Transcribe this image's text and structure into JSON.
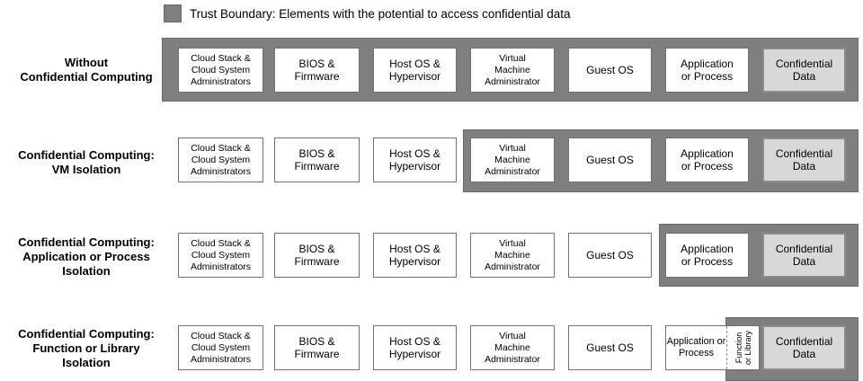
{
  "legend": {
    "label": "Trust Boundary: Elements with the potential to access confidential data",
    "swatch_color": "#7f7f7f"
  },
  "colors": {
    "trust_boundary_fill": "#7f7f7f",
    "confidential_data_fill": "#d8d8d8",
    "box_fill": "#ffffff"
  },
  "elements": {
    "cloud": "Cloud Stack &\nCloud System\nAdministrators",
    "bios": "BIOS &\nFirmware",
    "host": "Host OS &\nHypervisor",
    "vmadmin": "Virtual\nMachine\nAdministrator",
    "guest": "Guest OS",
    "app": "Application\nor Process",
    "funclib": "Function\nor Library",
    "data": "Confidential\nData"
  },
  "rows": [
    {
      "label": "Without\nConfidential Computing",
      "trust_boundary_covers": [
        "Cloud Stack & Cloud System Administrators",
        "BIOS & Firmware",
        "Host OS & Hypervisor",
        "Virtual Machine Administrator",
        "Guest OS",
        "Application or Process",
        "Confidential Data"
      ]
    },
    {
      "label": "Confidential Computing:\nVM Isolation",
      "trust_boundary_covers": [
        "Virtual Machine Administrator",
        "Guest OS",
        "Application or Process",
        "Confidential Data"
      ]
    },
    {
      "label": "Confidential Computing:\nApplication or Process\nIsolation",
      "trust_boundary_covers": [
        "Application or Process",
        "Confidential Data"
      ]
    },
    {
      "label": "Confidential Computing:\nFunction or Library\nIsolation",
      "trust_boundary_covers": [
        "Function or Library",
        "Confidential Data"
      ]
    }
  ]
}
